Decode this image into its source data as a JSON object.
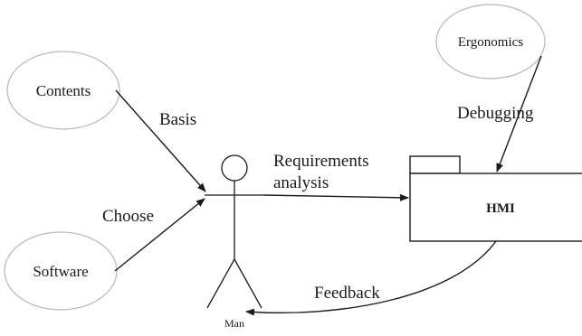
{
  "nodes": {
    "contents": "Contents",
    "software": "Software",
    "ergonomics": "Ergonomics",
    "hmi": "HMI",
    "man": "Man"
  },
  "edges": {
    "basis": "Basis",
    "choose": "Choose",
    "requirements_line1": "Requirements",
    "requirements_line2": "analysis",
    "debugging": "Debugging",
    "feedback": "Feedback"
  }
}
